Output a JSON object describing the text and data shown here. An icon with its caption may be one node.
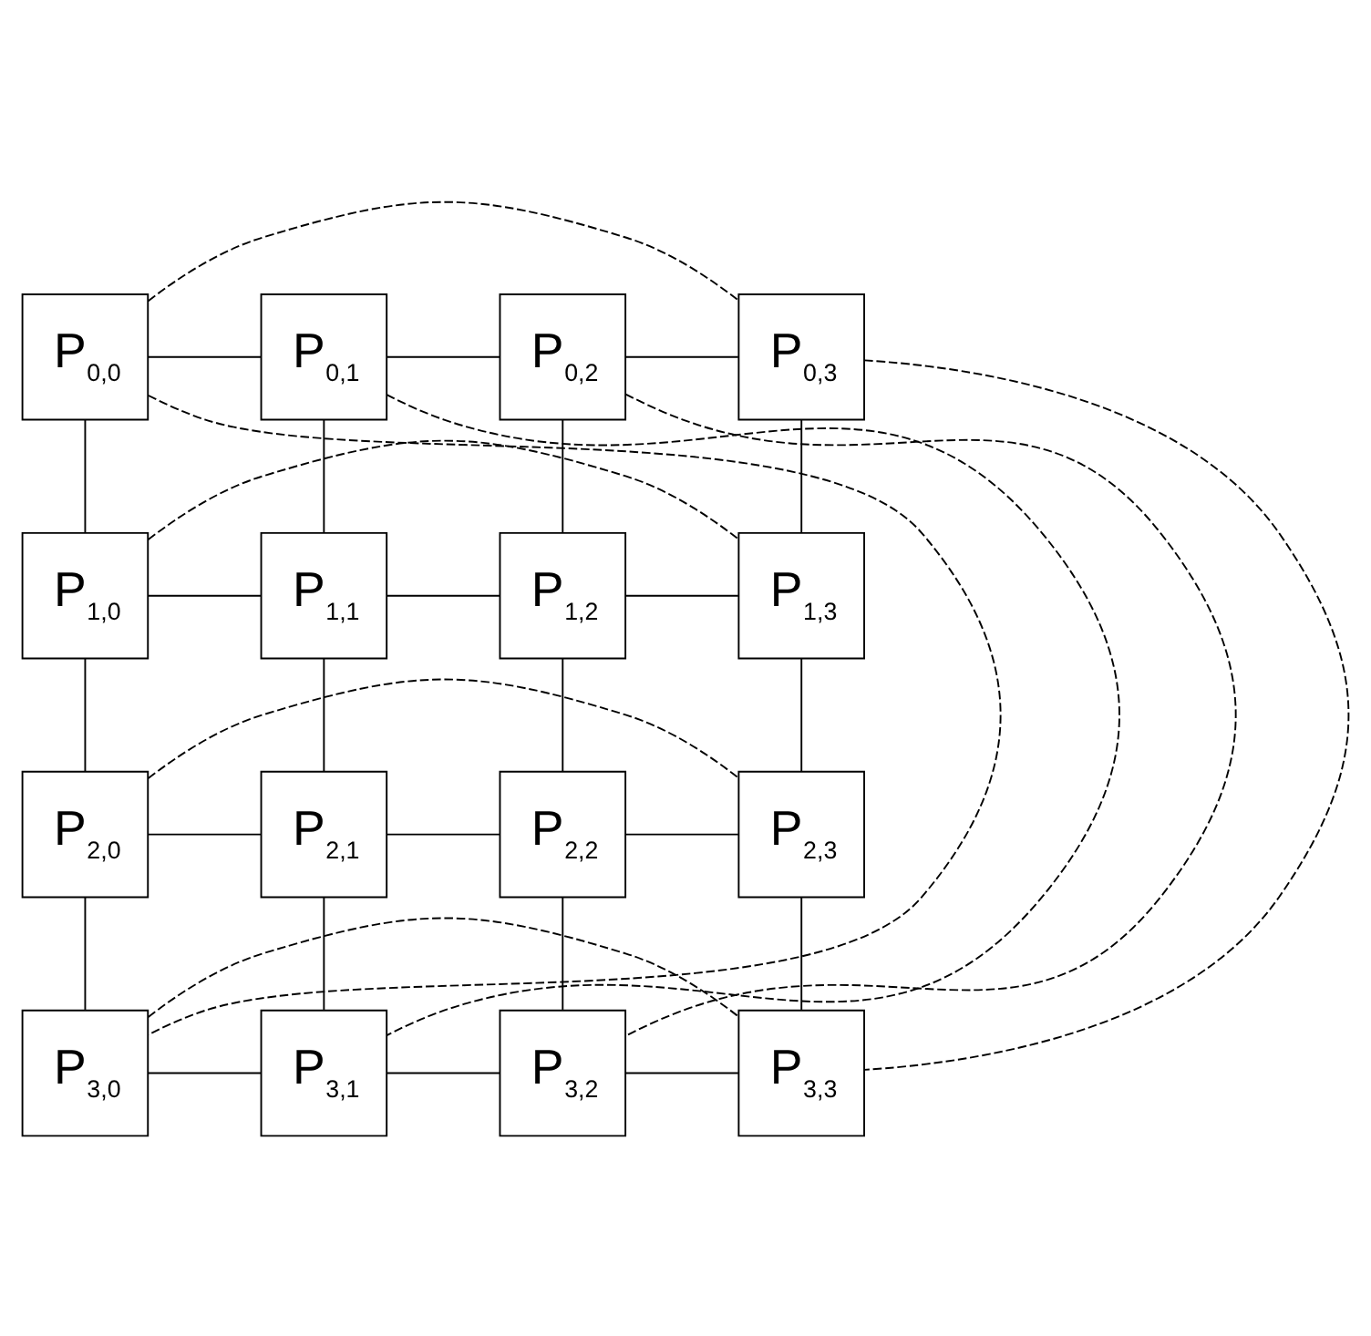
{
  "diagram": {
    "nodes": [
      {
        "text": [
          "P$_{0,0}$"
        ]
      },
      {
        "text": [
          "P$_{0,1}$"
        ]
      },
      {
        "text": [
          "P$_{0,2}$"
        ]
      },
      {
        "text": [
          "P$_{0,3}$"
        ]
      },
      {
        "text": [
          "P$_{1,0}$"
        ]
      },
      {
        "text": [
          "P$_{1,1}$"
        ]
      },
      {
        "text": [
          "P$_{1,2}$"
        ]
      },
      {
        "text": [
          "P$_{1,3}$"
        ]
      },
      {
        "text": [
          "P$_{2,0}$"
        ]
      },
      {
        "text": [
          "P$_{2,1}$"
        ]
      },
      {
        "text": [
          "P$_{2,2}$"
        ]
      },
      {
        "text": [
          "P$_{2,3}$"
        ]
      },
      {
        "text": [
          "P$_{3,0}$"
        ]
      },
      {
        "text": [
          "P$_{3,1}$"
        ]
      },
      {
        "text": [
          "P$_{3,2}$"
        ]
      },
      {
        "text": [
          "P$_{3,3}$"
        ]
      }
    ],
    "edges": [
      {
        "from": 0,
        "to": 1,
        "arrow": "none"
      },
      {
        "from": 1,
        "to": 2,
        "arrow": "none"
      },
      {
        "from": 2,
        "to": 3,
        "arrow": "none"
      },
      {
        "from": 0,
        "to": 4,
        "arrow": "none"
      },
      {
        "from": 1,
        "to": 5,
        "arrow": "none"
      },
      {
        "from": 2,
        "to": 6,
        "arrow": "none"
      },
      {
        "from": 3,
        "to": 7,
        "arrow": "none"
      },
      {
        "from": 4,
        "to": 5,
        "arrow": "none"
      },
      {
        "from": 5,
        "to": 6,
        "arrow": "none"
      },
      {
        "from": 6,
        "to": 7,
        "arrow": "none"
      },
      {
        "from": 4,
        "to": 8,
        "arrow": "none"
      },
      {
        "from": 5,
        "to": 9,
        "arrow": "none"
      },
      {
        "from": 6,
        "to": 10,
        "arrow": "none"
      },
      {
        "from": 7,
        "to": 11,
        "arrow": "none"
      },
      {
        "from": 8,
        "to": 9,
        "arrow": "none"
      },
      {
        "from": 9,
        "to": 10,
        "arrow": "none"
      },
      {
        "from": 10,
        "to": 11,
        "arrow": "none"
      },
      {
        "from": 8,
        "to": 12,
        "arrow": "none"
      },
      {
        "from": 9,
        "to": 13,
        "arrow": "none"
      },
      {
        "from": 10,
        "to": 14,
        "arrow": "none"
      },
      {
        "from": 11,
        "to": 15,
        "arrow": "none"
      },
      {
        "from": 12,
        "to": 13,
        "arrow": "none"
      },
      {
        "from": 13,
        "to": 14,
        "arrow": "none"
      },
      {
        "from": 14,
        "to": 15,
        "arrow": "none"
      },
      {
        "from": 0,
        "to": 3,
        "arrow": "none",
        "style": "dashed"
      },
      {
        "from": 4,
        "to": 7,
        "arrow": "none",
        "style": "dashed"
      },
      {
        "from": 8,
        "to": 11,
        "arrow": "none",
        "style": "dashed"
      },
      {
        "from": 12,
        "to": 15,
        "arrow": "none",
        "style": "dashed"
      },
      {
        "from": 0,
        "to": 12,
        "arrow": "none",
        "style": "dashed"
      },
      {
        "from": 1,
        "to": 13,
        "arrow": "none",
        "style": "dashed"
      },
      {
        "from": 2,
        "to": 14,
        "arrow": "none",
        "style": "dashed"
      },
      {
        "from": 3,
        "to": 15,
        "arrow": "none",
        "style": "dashed"
      }
    ]
  }
}
